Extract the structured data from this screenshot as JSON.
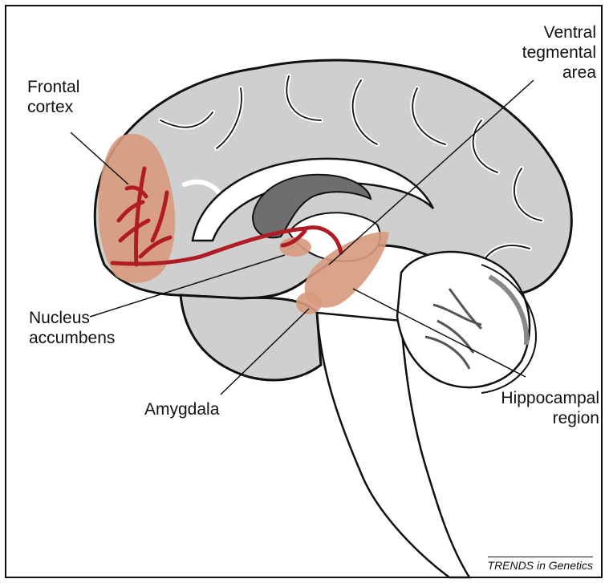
{
  "labels": {
    "frontal_cortex": "Frontal\ncortex",
    "ventral_tegmental_area": "Ventral\ntegmental\narea",
    "nucleus_accumbens": "Nucleus\naccumbens",
    "amygdala": "Amygdala",
    "hippocampal_region": "Hippocampal\nregion"
  },
  "credit": "TRENDS in Genetics",
  "colors": {
    "brain_fill": "#cfcfcf",
    "ventricle": "#6e6e6e",
    "highlight": "#d79a7d",
    "pathway": "#b01c24",
    "outline": "#111111"
  }
}
